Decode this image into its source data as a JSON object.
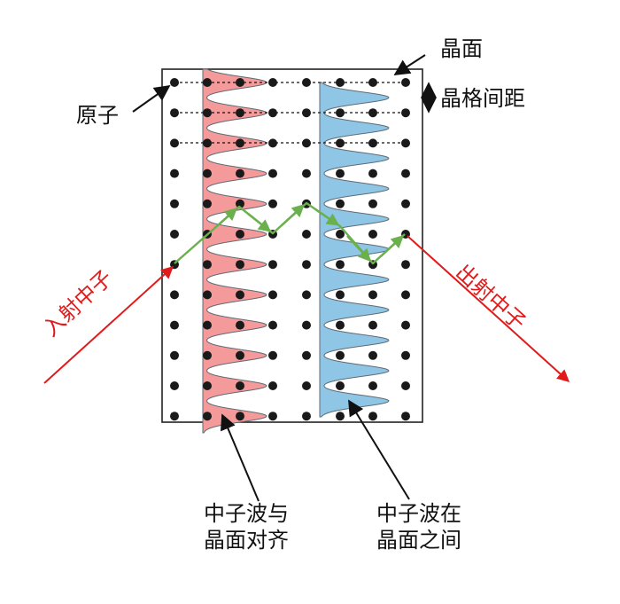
{
  "labels": {
    "crystal_plane": "晶面",
    "atom": "原子",
    "lattice_spacing": "晶格间距",
    "incident_neutron": "入射中子",
    "outgoing_neutron": "出射中子",
    "wave_aligned_line1": "中子波与",
    "wave_aligned_line2": "晶面对齐",
    "wave_between_line1": "中子波在",
    "wave_between_line2": "晶面之间"
  },
  "colors": {
    "aligned_wave": "#f59a9a",
    "between_wave": "#8fc6e6",
    "path_arrow": "#6ab04c",
    "neutron_arrow": "#e11b1b",
    "atom": "#1a1a1a"
  },
  "lattice": {
    "rows": 12,
    "cols": 8
  }
}
